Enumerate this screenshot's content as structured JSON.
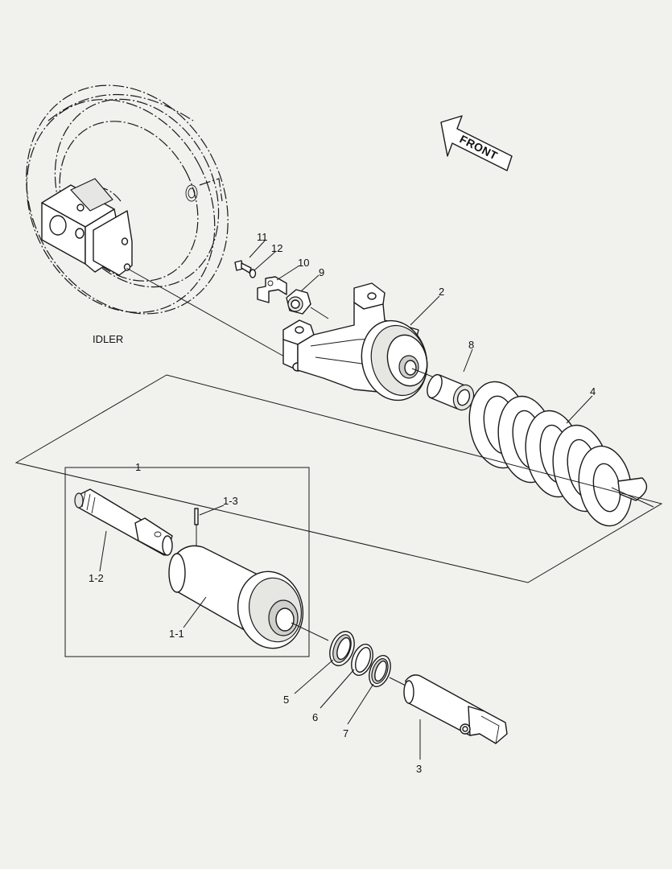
{
  "diagram": {
    "front_arrow_text": "FRONT",
    "idler_text": "IDLER",
    "labels": {
      "p1": "1",
      "p1_1": "1-1",
      "p1_2": "1-2",
      "p1_3": "1-3",
      "p2": "2",
      "p3": "3",
      "p4": "4",
      "p5": "5",
      "p6": "6",
      "p7": "7",
      "p8": "8",
      "p9": "9",
      "p10": "10",
      "p11": "11",
      "p12": "12"
    }
  }
}
